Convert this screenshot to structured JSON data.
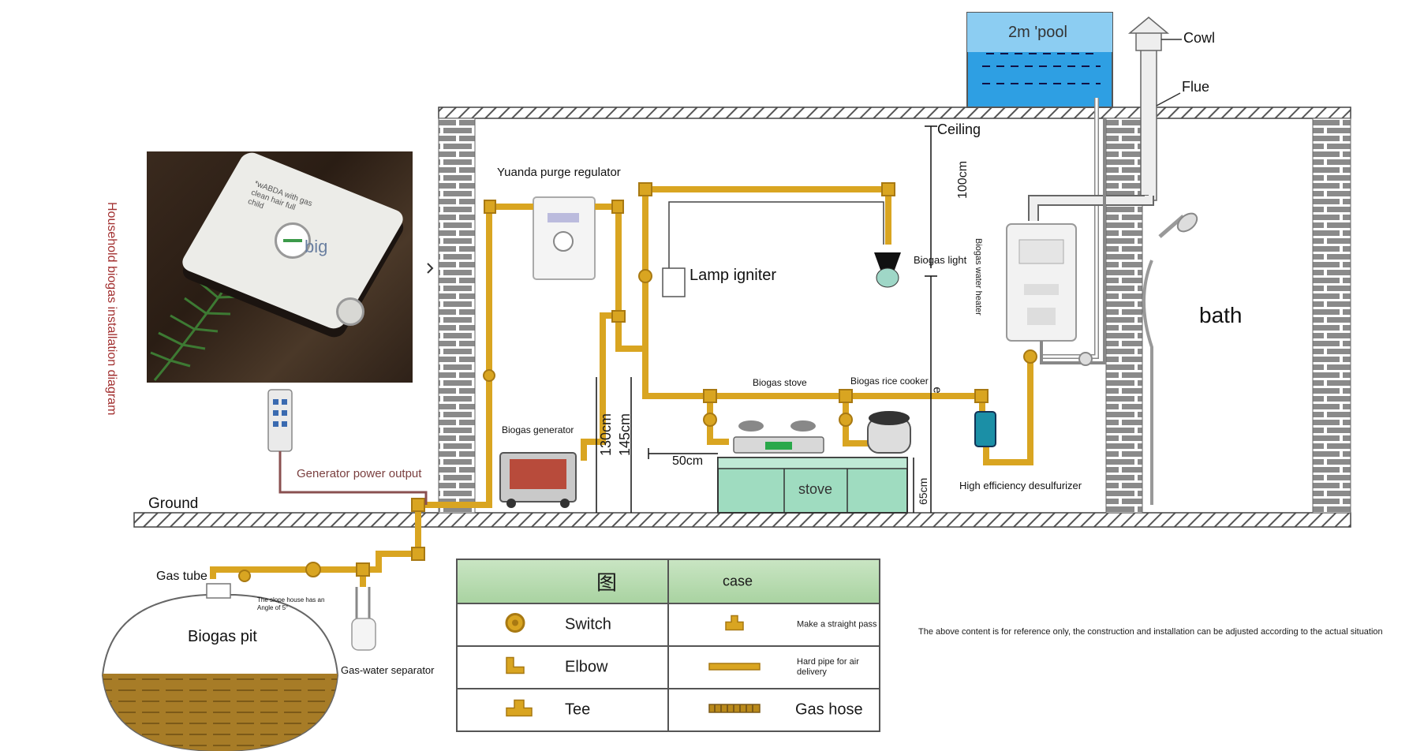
{
  "side_title": "Household biogas installation diagram",
  "photo": {
    "device_text": "*wABDA with gas clean hair full child",
    "big_label": "big"
  },
  "labels": {
    "pool": "2m 'pool",
    "cowl": "Cowl",
    "flue": "Flue",
    "ceiling": "Ceiling",
    "dim_100": "100cm",
    "purge_regulator": "Yuanda purge regulator",
    "lamp_igniter": "Lamp igniter",
    "biogas_light": "Biogas light",
    "water_heater": "Biogas water heater",
    "bath": "bath",
    "biogas_stove": "Biogas stove",
    "rice_cooker": "Biogas rice cooker",
    "e_mark": "e",
    "generator": "Biogas generator",
    "dim_130": "130cm",
    "dim_145": "145cm",
    "dim_50": "50cm",
    "stove": "stove",
    "dim_65": "65cm",
    "desulfurizer": "High efficiency desulfurizer",
    "power_output": "Generator power output",
    "ground": "Ground",
    "gas_tube": "Gas tube",
    "slope_note": "The slope house has an Angle of 5°",
    "biogas_pit": "Biogas pit",
    "separator": "Gas-water separator"
  },
  "legend": {
    "header_left": "图",
    "header_right": "case",
    "rows": [
      {
        "left": "Switch",
        "right": "Make a straight pass"
      },
      {
        "left": "Elbow",
        "right": "Hard pipe for air delivery"
      },
      {
        "left": "Tee",
        "right": "Gas hose"
      }
    ]
  },
  "note": "The above content is for reference only, the construction and installation can be adjusted according to the actual situation",
  "colors": {
    "pipe": "#d9a521",
    "pipe_dark": "#a87912",
    "brick": "#7a7a7a",
    "water": "#2e9fe3",
    "slurry": "#a77c27",
    "cabinet": "#9fdcc0",
    "legend_head": "#b5d9ad"
  }
}
